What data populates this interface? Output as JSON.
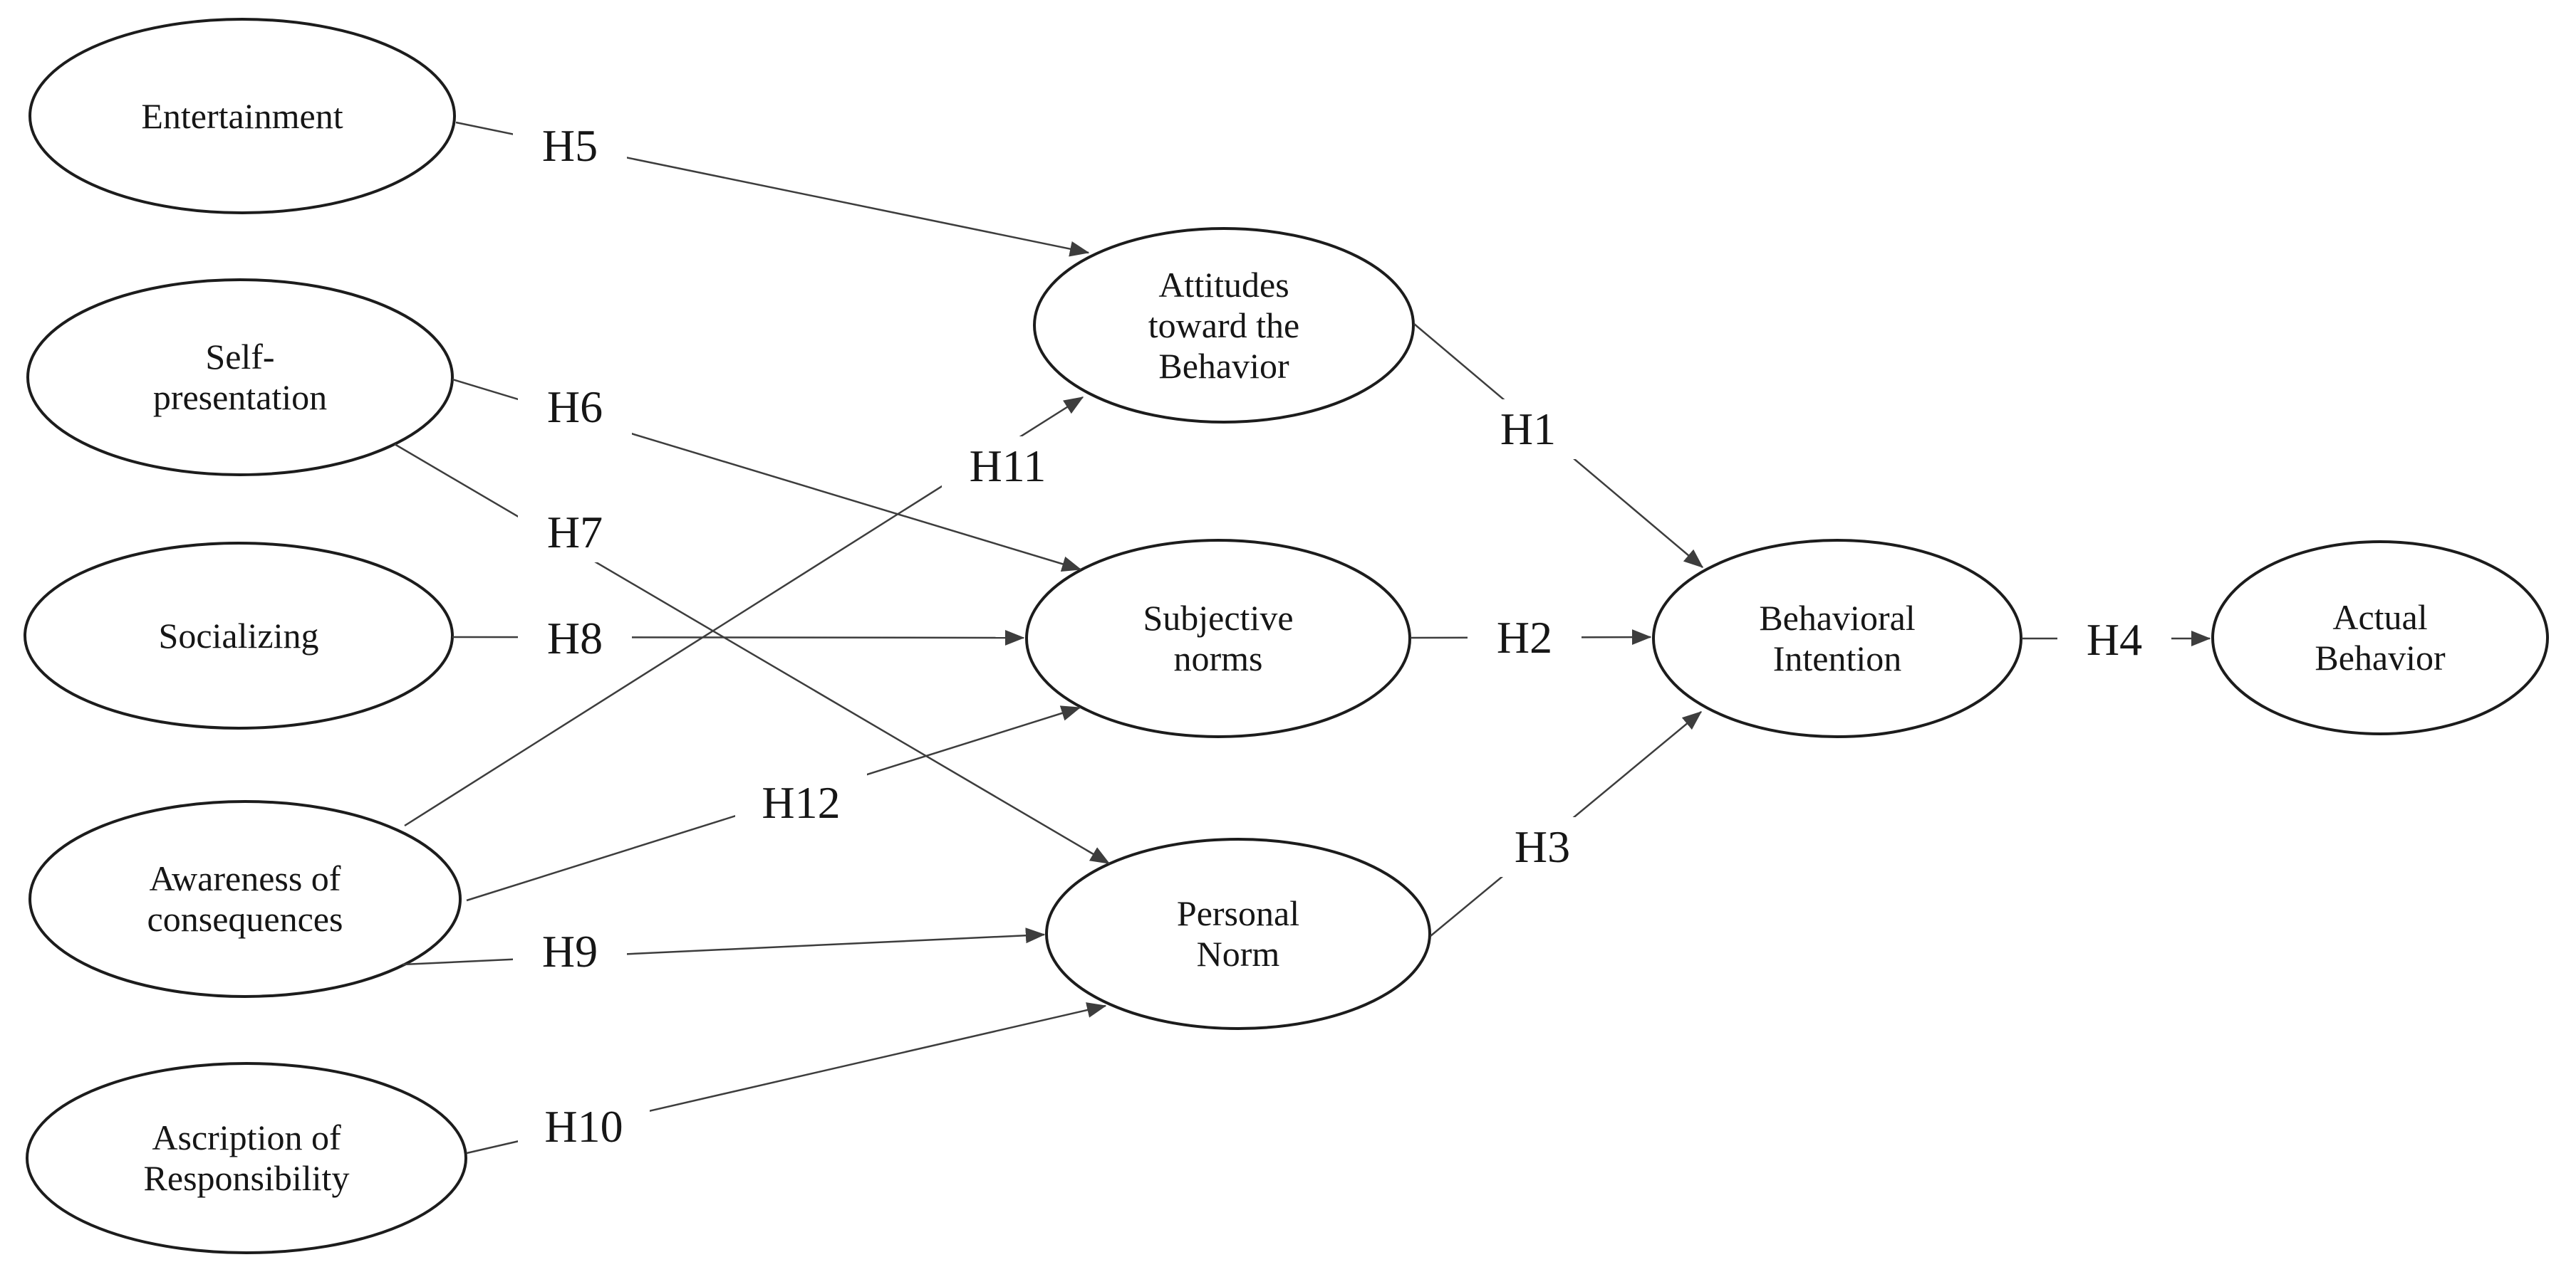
{
  "figure": {
    "type": "structural-path-diagram",
    "background_color": "#ffffff",
    "node_stroke_color": "#1c1c1c",
    "arrow_color": "#3d3d3d",
    "text_color": "#161616"
  },
  "nodes": [
    {
      "id": "entertainment",
      "label": "Entertainment"
    },
    {
      "id": "self-presentation",
      "label": "Self-\npresentation"
    },
    {
      "id": "socializing",
      "label": "Socializing"
    },
    {
      "id": "awareness-of-consequences",
      "label": "Awareness of\nconsequences"
    },
    {
      "id": "ascription-of-responsibility",
      "label": "Ascription of\nResponsibility"
    },
    {
      "id": "attitudes-toward-the-behavior",
      "label": "Attitudes\ntoward the\nBehavior"
    },
    {
      "id": "subjective-norms",
      "label": "Subjective\nnorms"
    },
    {
      "id": "personal-norm",
      "label": "Personal\nNorm"
    },
    {
      "id": "behavioral-intention",
      "label": "Behavioral\nIntention"
    },
    {
      "id": "actual-behavior",
      "label": "Actual\nBehavior"
    }
  ],
  "hypotheses": [
    {
      "label": "H1",
      "from": "attitudes-toward-the-behavior",
      "to": "behavioral-intention"
    },
    {
      "label": "H2",
      "from": "subjective-norms",
      "to": "behavioral-intention"
    },
    {
      "label": "H3",
      "from": "personal-norm",
      "to": "behavioral-intention"
    },
    {
      "label": "H4",
      "from": "behavioral-intention",
      "to": "actual-behavior"
    },
    {
      "label": "H5",
      "from": "entertainment",
      "to": "attitudes-toward-the-behavior"
    },
    {
      "label": "H6",
      "from": "self-presentation",
      "to": "subjective-norms"
    },
    {
      "label": "H7",
      "from": "self-presentation",
      "to": "personal-norm"
    },
    {
      "label": "H8",
      "from": "socializing",
      "to": "subjective-norms"
    },
    {
      "label": "H9",
      "from": "awareness-of-consequences",
      "to": "personal-norm"
    },
    {
      "label": "H10",
      "from": "ascription-of-responsibility",
      "to": "personal-norm"
    },
    {
      "label": "H11",
      "from": "awareness-of-consequences",
      "to": "attitudes-toward-the-behavior"
    },
    {
      "label": "H12",
      "from": "awareness-of-consequences",
      "to": "subjective-norms"
    }
  ]
}
